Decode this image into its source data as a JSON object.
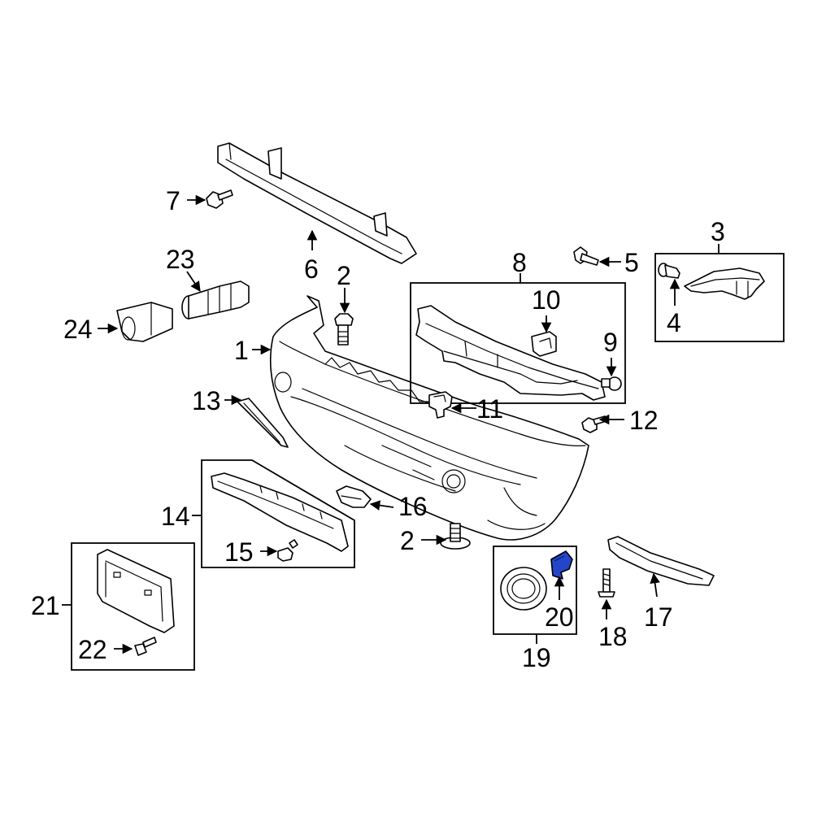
{
  "callouts": {
    "c1": "1",
    "c2a": "2",
    "c2b": "2",
    "c3": "3",
    "c4": "4",
    "c5": "5",
    "c6": "6",
    "c7": "7",
    "c8": "8",
    "c9": "9",
    "c10": "10",
    "c11": "11",
    "c12": "12",
    "c13": "13",
    "c14": "14",
    "c15": "15",
    "c16": "16",
    "c17": "17",
    "c18": "18",
    "c19": "19",
    "c20": "20",
    "c21": "21",
    "c22": "22",
    "c23": "23",
    "c24": "24"
  },
  "colors": {
    "highlight_part": "#2346c8",
    "line": "#000000",
    "background": "#ffffff"
  },
  "highlighted_part": "20"
}
